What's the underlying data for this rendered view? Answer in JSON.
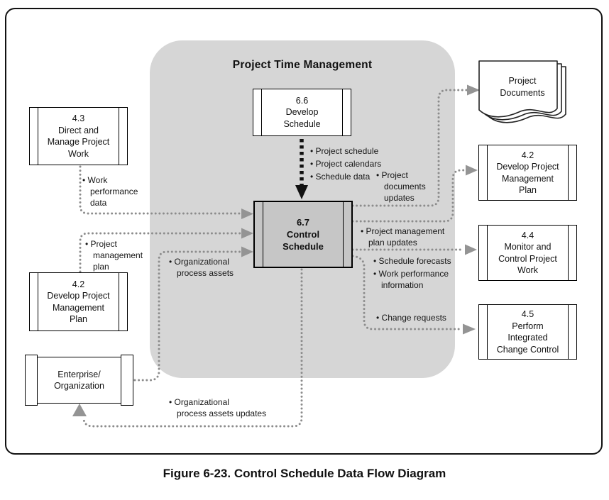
{
  "figure": {
    "panel_title": "Project Time Management",
    "caption": "Figure 6-23. Control Schedule Data Flow Diagram",
    "colors": {
      "panel_bg": "#d6d6d6",
      "process_box_fill": "#c6c6c6",
      "flow_dots": "#8c8c8c",
      "arrowhead_gray": "#949494",
      "schedule_arrow_black": "#111111"
    }
  },
  "nodes": {
    "develop_schedule": "6.6\nDevelop\nSchedule",
    "control_schedule": "6.7\nControl\nSchedule",
    "direct_and_manage_project_work": "4.3\nDirect and\nManage Project\nWork",
    "develop_project_management_plan_left": "4.2\nDevelop Project\nManagement\nPlan",
    "enterprise_organization": "Enterprise/\nOrganization",
    "project_documents": "Project\nDocuments",
    "develop_project_management_plan_right": "4.2\nDevelop Project\nManagement\nPlan",
    "monitor_and_control_project_work": "4.4\nMonitor and\nControl Project\nWork",
    "perform_integrated_change_control": "4.5\nPerform\nIntegrated\nChange Control"
  },
  "labels": {
    "project_schedule": "• Project schedule",
    "project_calendars": "• Project calendars",
    "schedule_data": "• Schedule data",
    "work_performance_data": "• Work\nperformance\ndata",
    "project_management_plan": "• Project\nmanagement\nplan",
    "organizational_process_assets": "• Organizational\nprocess assets",
    "project_documents_updates": "• Project\ndocuments\nupdates",
    "project_management_plan_updates": "• Project management\nplan updates",
    "schedule_forecasts": "• Schedule forecasts",
    "work_performance_information": "• Work performance\ninformation",
    "change_requests": "• Change requests",
    "organizational_process_assets_updates": "• Organizational\nprocess assets updates"
  }
}
